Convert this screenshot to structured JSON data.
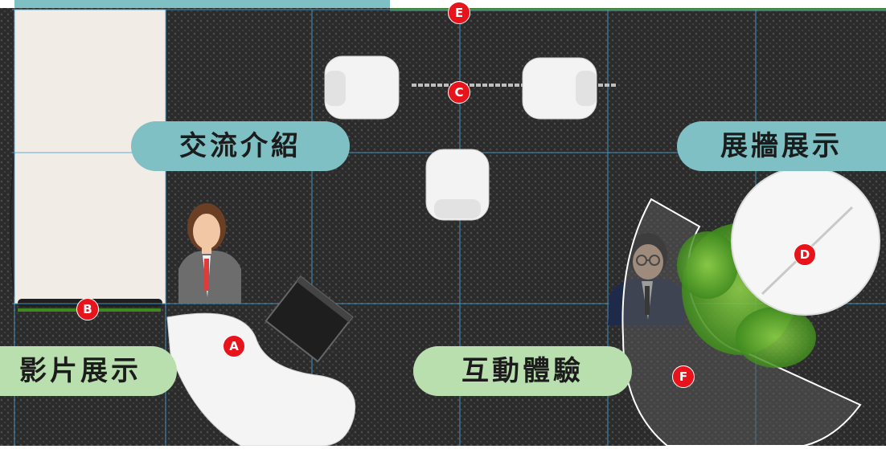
{
  "zones": {
    "exchange": "交流介紹",
    "wall": "展牆展示",
    "video": "影片展示",
    "interact": "互動體驗"
  },
  "markers": {
    "a": "A",
    "b": "B",
    "c": "C",
    "d": "D",
    "e": "E",
    "f": "F"
  },
  "colors": {
    "teal_label": "#7ec0c4",
    "green_label": "#b9dfae",
    "marker_red": "#e8141b",
    "carpet": "#2e2e2e",
    "guide_line": "#4aa3d8"
  }
}
